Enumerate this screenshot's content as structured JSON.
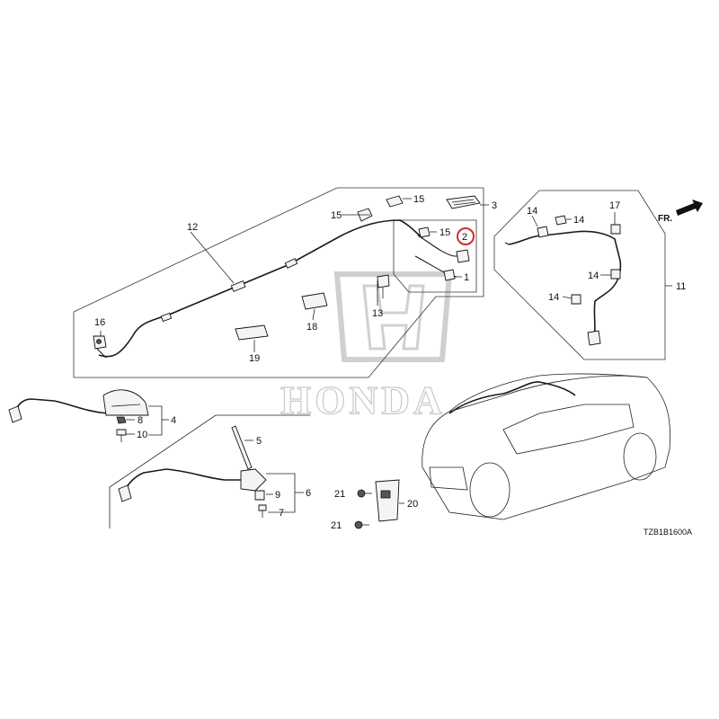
{
  "diagram": {
    "code": "TZB1B1600A",
    "front_marker": "FR.",
    "watermark_text": "HONDA",
    "highlight_color": "#d62828",
    "callouts": {
      "c1": "1",
      "c2": "2",
      "c3": "3",
      "c4": "4",
      "c5": "5",
      "c6": "6",
      "c7": "7",
      "c8": "8",
      "c9": "9",
      "c10": "10",
      "c11": "11",
      "c12": "12",
      "c13": "13",
      "c14a": "14",
      "c14b": "14",
      "c14c": "14",
      "c14d": "14",
      "c15a": "15",
      "c15b": "15",
      "c15c": "15",
      "c16": "16",
      "c17": "17",
      "c18": "18",
      "c19": "19",
      "c20": "20",
      "c21a": "21",
      "c21b": "21"
    }
  }
}
